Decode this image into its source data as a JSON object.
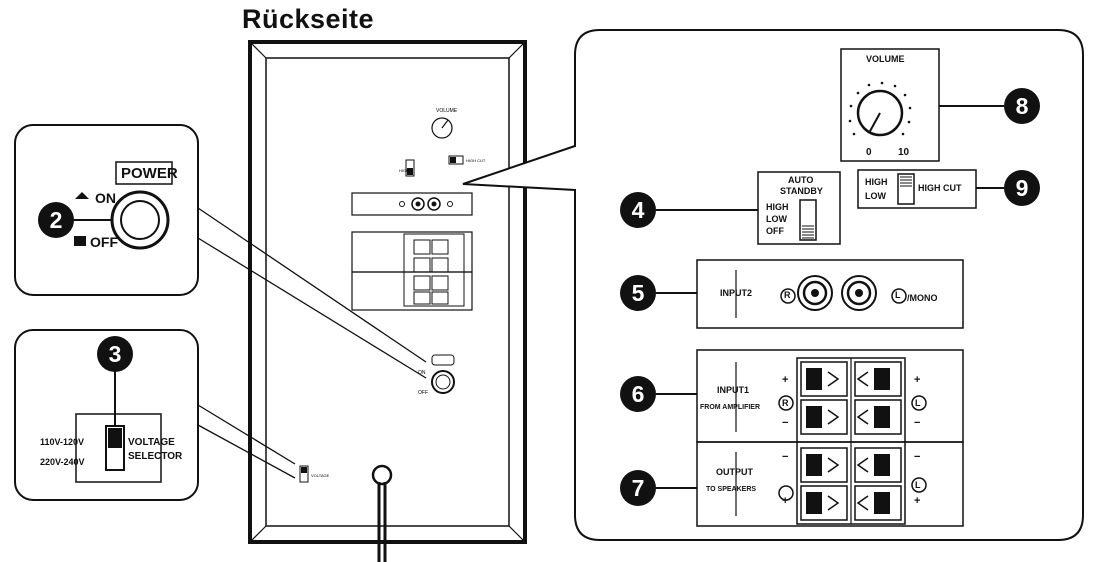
{
  "title": "Rückseite",
  "callouts": {
    "power": {
      "number": "2",
      "heading": "POWER",
      "on": "ON",
      "off": "OFF"
    },
    "voltage": {
      "number": "3",
      "opt1": "110V-120V",
      "opt2": "220V-240V",
      "label_line1": "VOLTAGE",
      "label_line2": "SELECTOR"
    },
    "auto_standby": {
      "number": "4",
      "heading_line1": "AUTO",
      "heading_line2": "STANDBY",
      "opt_high": "HIGH",
      "opt_low": "LOW",
      "opt_off": "OFF"
    },
    "input2": {
      "number": "5",
      "label": "INPUT2",
      "right": "R",
      "left": "L",
      "mono": "/MONO"
    },
    "input1": {
      "number": "6",
      "label_line1": "INPUT1",
      "label_line2": "FROM AMPLIFIER",
      "right": "R",
      "left": "L",
      "plus": "+",
      "minus": "−"
    },
    "output": {
      "number": "7",
      "label_line1": "OUTPUT",
      "label_line2": "TO SPEAKERS",
      "left": "L",
      "plus": "+",
      "minus": "−"
    },
    "volume": {
      "number": "8",
      "heading": "VOLUME",
      "min": "0",
      "max": "10"
    },
    "high_cut": {
      "number": "9",
      "opt_high": "HIGH",
      "opt_low": "LOW",
      "label": "HIGH CUT"
    }
  }
}
